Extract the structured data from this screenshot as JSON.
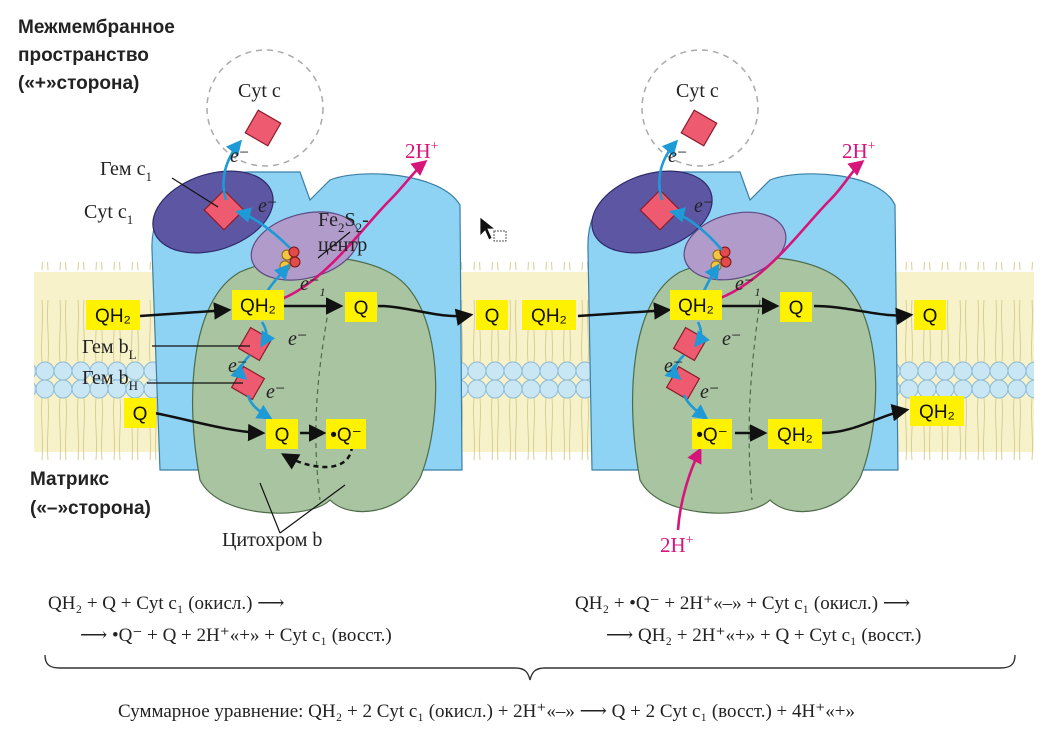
{
  "left_labels": {
    "intermembrane_1": "Межмембранное",
    "intermembrane_2": "пространство",
    "intermembrane_3": "(«+»сторона)",
    "matrix_1": "Матрикс",
    "matrix_2": "(«–»сторона)"
  },
  "cycle1": {
    "cyt_c": "Cyt c",
    "heme_c1": "Гем c",
    "heme_c1_sub": "1",
    "cyt_c1": "Cyt c",
    "cyt_c1_sub": "1",
    "fes_1": "Fe",
    "fes_sub1": "2",
    "fes_2": "S",
    "fes_sub2": "2",
    "fes_dash": "-",
    "fes_center": "центр",
    "heme_bl": "Гем b",
    "heme_bl_sub": "L",
    "heme_bh": "Гем b",
    "heme_bh_sub": "H",
    "cytochrome_b": "Цитохром b",
    "proton_out": "2H",
    "proton_sup": "+",
    "box_qh2_left": "QH₂",
    "box_qh2_center": "QH₂",
    "box_q_center": "Q",
    "box_q_out": "Q",
    "box_q_in": "Q",
    "box_q_lower": "Q",
    "box_q_radical": "•Q⁻",
    "e": "e⁻",
    "e1": "e⁻",
    "e1_sub": "1"
  },
  "cycle2": {
    "cyt_c": "Cyt c",
    "proton_out": "2H",
    "proton_in": "2H",
    "proton_sup": "+",
    "box_qh2_left": "QH₂",
    "box_qh2_center": "QH₂",
    "box_q_center": "Q",
    "box_q_out": "Q",
    "box_q_radical": "•Q⁻",
    "box_qh2_lower": "QH₂",
    "box_qh2_out": "QH₂",
    "e": "e⁻",
    "e1": "e⁻",
    "e1_sub": "1"
  },
  "equations": {
    "eq1_line1": "QH₂ + Q + Cyt c₁ (окисл.) ⟶",
    "eq1_line2": "⟶ •Q⁻ + Q + 2H⁺«+» + Cyt c₁ (восст.)",
    "eq2_line1": "QH₂ + •Q⁻ + 2H⁺«–» + Cyt c₁ (окисл.) ⟶",
    "eq2_line2": "⟶ QH₂ + 2H⁺«+» + Q + Cyt c₁ (восст.)",
    "summary": "Суммарное уравнение: QH₂ + 2 Cyt c₁ (окисл.) + 2H⁺«–» ⟶ Q + 2 Cyt c₁ (восст.) + 4H⁺«+»"
  },
  "colors": {
    "membrane": "#f7f2c9",
    "lipid_head": "#c9e6f5",
    "protein_blue": "#8fd3f4",
    "protein_green": "#a9c4a0",
    "cyt_c1": "#5d57a3",
    "fes": "#b09bcb",
    "heme": "#ee5a6f",
    "quinone_box": "#fff200",
    "proton": "#d6157a",
    "electron_arrow": "#2aa6e0"
  },
  "icons": {
    "cursor": "mouse-pointer-icon"
  }
}
